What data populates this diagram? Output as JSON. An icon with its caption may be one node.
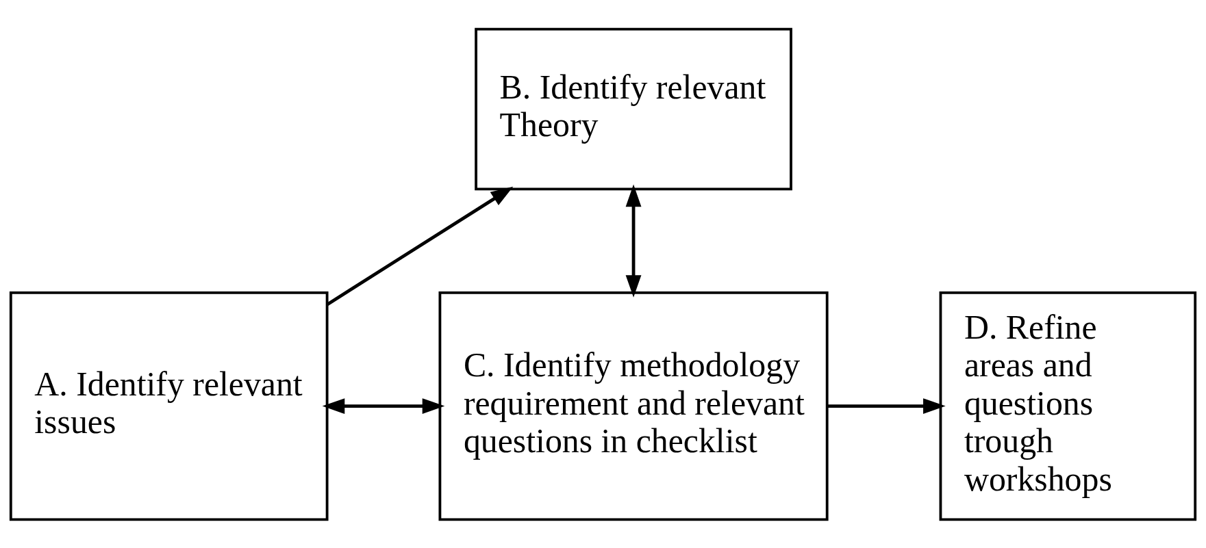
{
  "diagram": {
    "nodes": [
      {
        "text": [
          "A. Identify relevant issues"
        ]
      },
      {
        "text": [
          "B. Identify relevant Theory"
        ]
      },
      {
        "text": [
          "C. Identify methodology requirement and relevant questions in checklist"
        ]
      },
      {
        "text": [
          "D. Refine areas and questions trough workshops"
        ]
      }
    ],
    "edges": [
      {
        "from": 0,
        "to": 1,
        "arrow": "to"
      },
      {
        "from": 1,
        "to": 2,
        "arrow": "both"
      },
      {
        "from": 0,
        "to": 2,
        "arrow": "both"
      },
      {
        "from": 2,
        "to": 3,
        "arrow": "to"
      }
    ]
  }
}
